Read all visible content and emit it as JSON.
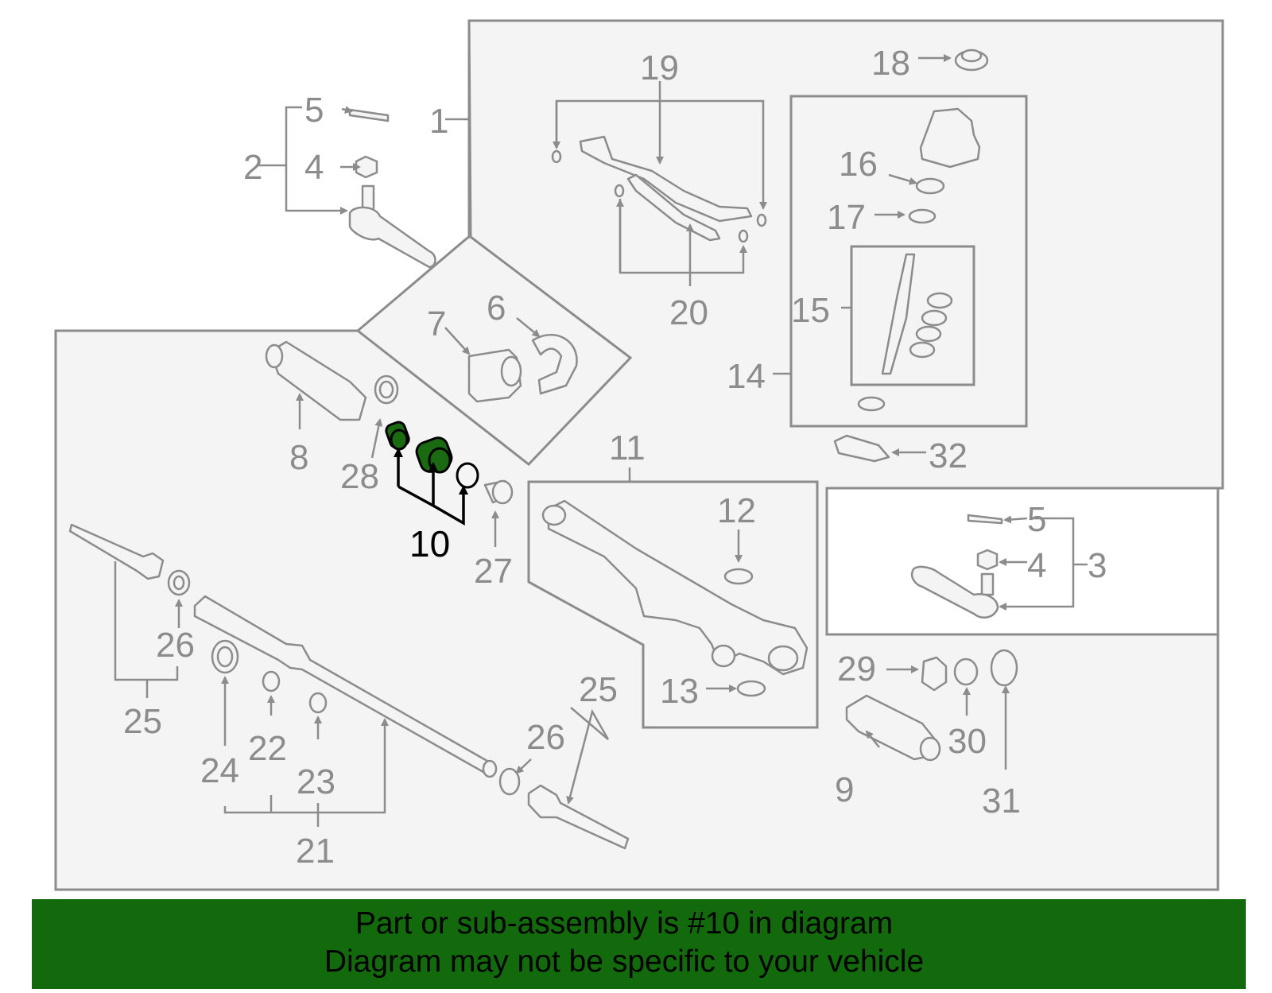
{
  "diagram": {
    "part_numbers": {
      "n1": "1",
      "n2": "2",
      "n3": "3",
      "n4a": "4",
      "n4b": "4",
      "n5a": "5",
      "n5b": "5",
      "n6": "6",
      "n7": "7",
      "n8": "8",
      "n9": "9",
      "n10": "10",
      "n11": "11",
      "n12": "12",
      "n13": "13",
      "n14": "14",
      "n15": "15",
      "n16": "16",
      "n17": "17",
      "n18": "18",
      "n19": "19",
      "n20": "20",
      "n21": "21",
      "n22": "22",
      "n23": "23",
      "n24": "24",
      "n25a": "25",
      "n25b": "25",
      "n26a": "26",
      "n26b": "26",
      "n27": "27",
      "n28": "28",
      "n29": "29",
      "n30": "30",
      "n31": "31",
      "n32": "32"
    },
    "highlight_part": "10",
    "colors": {
      "highlight": "#1a6a12",
      "banner": "#136a0d",
      "line": "#8c8c8c"
    }
  },
  "banner": {
    "line1": "Part or sub-assembly is #10 in diagram",
    "line2": "Diagram may not be specific to your vehicle"
  }
}
